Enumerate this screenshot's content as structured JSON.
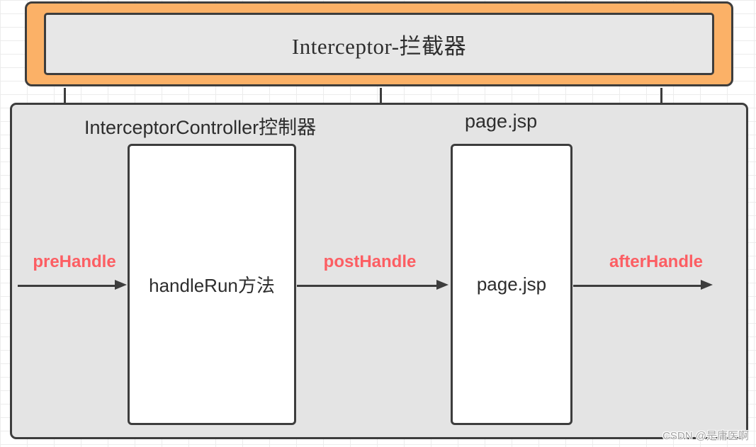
{
  "banner": {
    "title": "Interceptor-拦截器"
  },
  "flow": {
    "controller_label": "InterceptorController控制器",
    "page_label": "page.jsp",
    "handler_box_label": "handleRun方法",
    "page_box_label": "page.jsp",
    "steps": [
      {
        "label": "preHandle"
      },
      {
        "label": "postHandle"
      },
      {
        "label": "afterHandle"
      }
    ]
  },
  "watermark": "CSDN @是庸医啊",
  "colors": {
    "banner_fill": "#fbb167",
    "stroke": "#3d3d3d",
    "container_fill": "#e4e4e4",
    "node_fill": "#ffffff",
    "step_label": "#fc5e63",
    "grid_line": "#ececec"
  }
}
